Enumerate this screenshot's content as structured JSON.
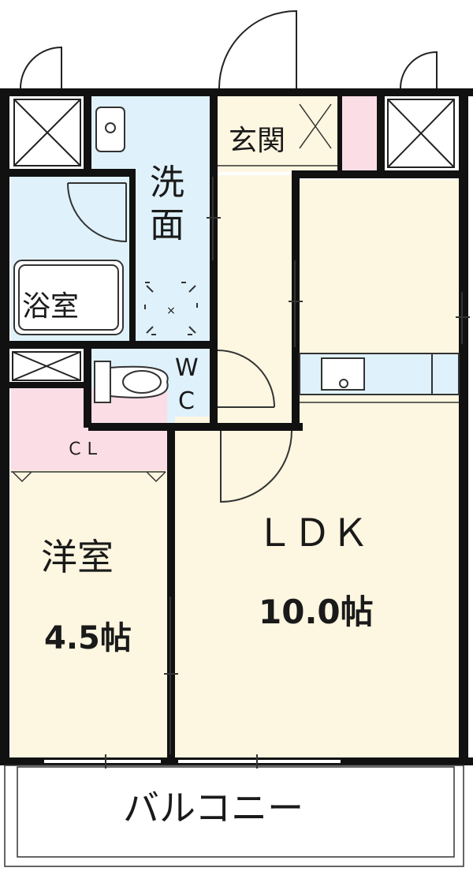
{
  "rooms": {
    "entrance": "玄関",
    "washroom_line1": "洗",
    "washroom_line2": "面",
    "bath": "浴室",
    "wc_line1": "W",
    "wc_line2": "C",
    "closet": "ＣＬ",
    "western_room": "洋室",
    "western_size": "4.5帖",
    "ldk": "ＬＤＫ",
    "ldk_size": "10.0帖",
    "balcony": "バルコニー"
  },
  "colors": {
    "wall": "#111111",
    "wet_area": "#dff1fb",
    "living_floor": "#fdf6e0",
    "closet_pink": "#fbdde6",
    "balcony": "#ffffff"
  }
}
